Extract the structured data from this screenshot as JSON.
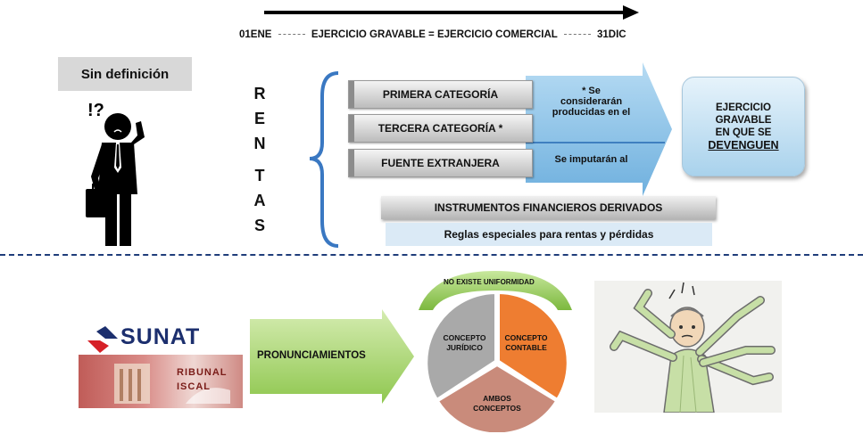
{
  "timeline": {
    "start": "01ENE",
    "label": "EJERCICIO GRAVABLE = EJERCICIO COMERCIAL",
    "end": "31DIC"
  },
  "sin_definicion": "Sin definición",
  "rentas_letters": [
    "R",
    "E",
    "N",
    "T",
    "A",
    "S"
  ],
  "categories": [
    {
      "label": "PRIMERA CATEGORÍA"
    },
    {
      "label": "TERCERA CATEGORÍA *"
    },
    {
      "label": "FUENTE EXTRANJERA"
    }
  ],
  "arrow_upper": {
    "line1": "* Se",
    "line2": "considerarán",
    "line3": "producidas en el"
  },
  "arrow_lower": "Se imputarán al",
  "ejercicio_box": {
    "line1": "EJERCICIO",
    "line2": "GRAVABLE",
    "line3": "EN QUE SE",
    "line4": "DEVENGUEN"
  },
  "instrumentos": "INSTRUMENTOS FINANCIEROS DERIVADOS",
  "reglas": "Reglas especiales para rentas y pérdidas",
  "sunat": {
    "logo_text": "SUNAT",
    "tribunal_text": "RIBUNAL ISCAL"
  },
  "pronunciamientos": "PRONUNCIAMIENTOS",
  "pie": {
    "top_label": "NO EXISTE UNIFORMIDAD",
    "juridico": {
      "line1": "CONCEPTO",
      "line2": "JURÍDICO"
    },
    "contable": {
      "line1": "CONCEPTO",
      "line2": "CONTABLE"
    },
    "ambos": {
      "line1": "AMBOS",
      "line2": "CONCEPTOS"
    }
  },
  "icons": {
    "person": "confused-person-icon",
    "man": "confused-man-illustration"
  },
  "colors": {
    "blue_arrow": "#8ec3e6",
    "green_arrow": "#a7d46b",
    "pie_gray": "#a9a9a9",
    "pie_orange": "#ee7d31",
    "pie_brown": "#c98b7b",
    "bracket": "#3a78c2"
  }
}
